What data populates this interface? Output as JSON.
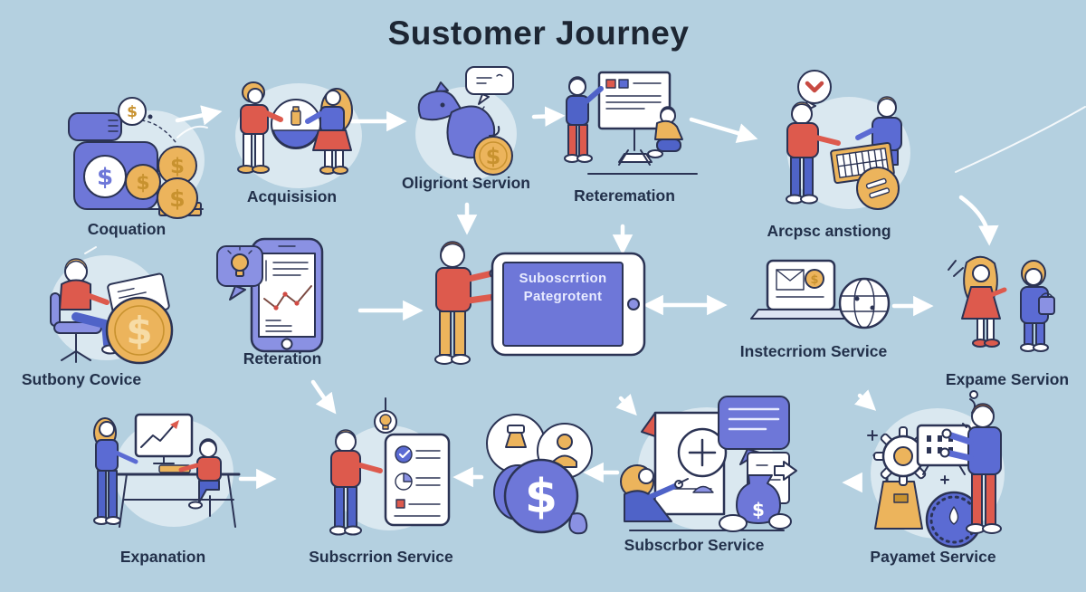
{
  "title": "Sustomer Journey",
  "colors": {
    "background": "#b4d0e0",
    "ink": "#2b3354",
    "purple": "#6e77d8",
    "plight": "#8a91e3",
    "blue": "#4f63c8",
    "bmid": "#5b6bd3",
    "gold": "#ecb45c",
    "gdeep": "#c8922f",
    "red": "#dd5a4d"
  },
  "glyphs": {
    "dollar": "$"
  },
  "nodes": {
    "coquation": {
      "label": "Coquation",
      "icon": "money-jar-coins"
    },
    "acquisision": {
      "label": "Acquisision",
      "icon": "two-people-sharing-globe"
    },
    "oligriont": {
      "label": "Oligriont Servion",
      "icon": "blue-creature-speech-coin"
    },
    "reteremation": {
      "label": "Reteremation",
      "icon": "people-at-whiteboard"
    },
    "arcpsc": {
      "label": "Arcpsc anstiong",
      "icon": "people-calendar-coin"
    },
    "sutbony": {
      "label": "Sutbony Covice",
      "icon": "person-laptop-big-coin"
    },
    "reteration": {
      "label": "Reteration",
      "icon": "phone-chart-idea-bubble"
    },
    "tablet": {
      "screen_line1": "Suboscrrtion",
      "screen_line2": "Pategrotent",
      "icon": "person-holding-tablet"
    },
    "instecrriom": {
      "label": "Instecrriom Service",
      "icon": "laptop-mail-dollar-globe"
    },
    "expame": {
      "label": "Expame Servion",
      "icon": "two-women-with-bag"
    },
    "expanation": {
      "label": "Expanation",
      "icon": "people-desk-monitor-chart"
    },
    "subscrrion": {
      "label": "Subscrrion Service",
      "icon": "person-checklist-bulb"
    },
    "moneybags": {
      "icon": "money-bag-dollar-bubbles"
    },
    "subscrbor": {
      "label": "Subscrbor Service",
      "icon": "person-invoice-speech-moneybag"
    },
    "payamet": {
      "label": "Payamet Service",
      "icon": "person-gear-keypad-meter"
    }
  }
}
